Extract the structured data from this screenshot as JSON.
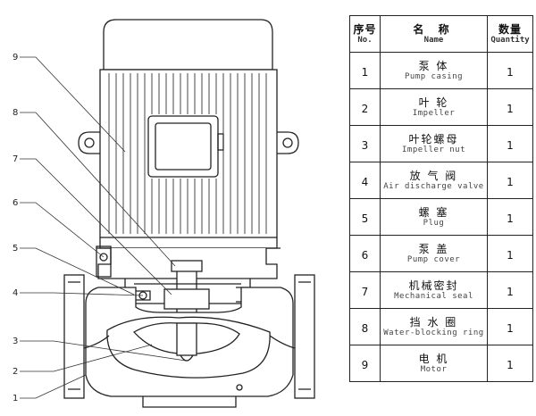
{
  "callouts": [
    "9",
    "8",
    "7",
    "6",
    "5",
    "4",
    "3",
    "2",
    "1"
  ],
  "table": {
    "headers": {
      "no_zh": "序号",
      "no_en": "No.",
      "name_zh": "名 称",
      "name_en": "Name",
      "qty_zh": "数量",
      "qty_en": "Quantity"
    },
    "rows": [
      {
        "no": "1",
        "name_zh": "泵 体",
        "name_en": "Pump casing",
        "qty": "1"
      },
      {
        "no": "2",
        "name_zh": "叶 轮",
        "name_en": "Impeller",
        "qty": "1"
      },
      {
        "no": "3",
        "name_zh": "叶轮螺母",
        "name_en": "Impeller nut",
        "qty": "1"
      },
      {
        "no": "4",
        "name_zh": "放 气 阀",
        "name_en": "Air discharge valve",
        "qty": "1"
      },
      {
        "no": "5",
        "name_zh": "螺 塞",
        "name_en": "Plug",
        "qty": "1"
      },
      {
        "no": "6",
        "name_zh": "泵 盖",
        "name_en": "Pump cover",
        "qty": "1"
      },
      {
        "no": "7",
        "name_zh": "机械密封",
        "name_en": "Mechanical seal",
        "qty": "1"
      },
      {
        "no": "8",
        "name_zh": "挡 水 圈",
        "name_en": "Water-blocking ring",
        "qty": "1"
      },
      {
        "no": "9",
        "name_zh": "电 机",
        "name_en": "Motor",
        "qty": "1"
      }
    ]
  }
}
